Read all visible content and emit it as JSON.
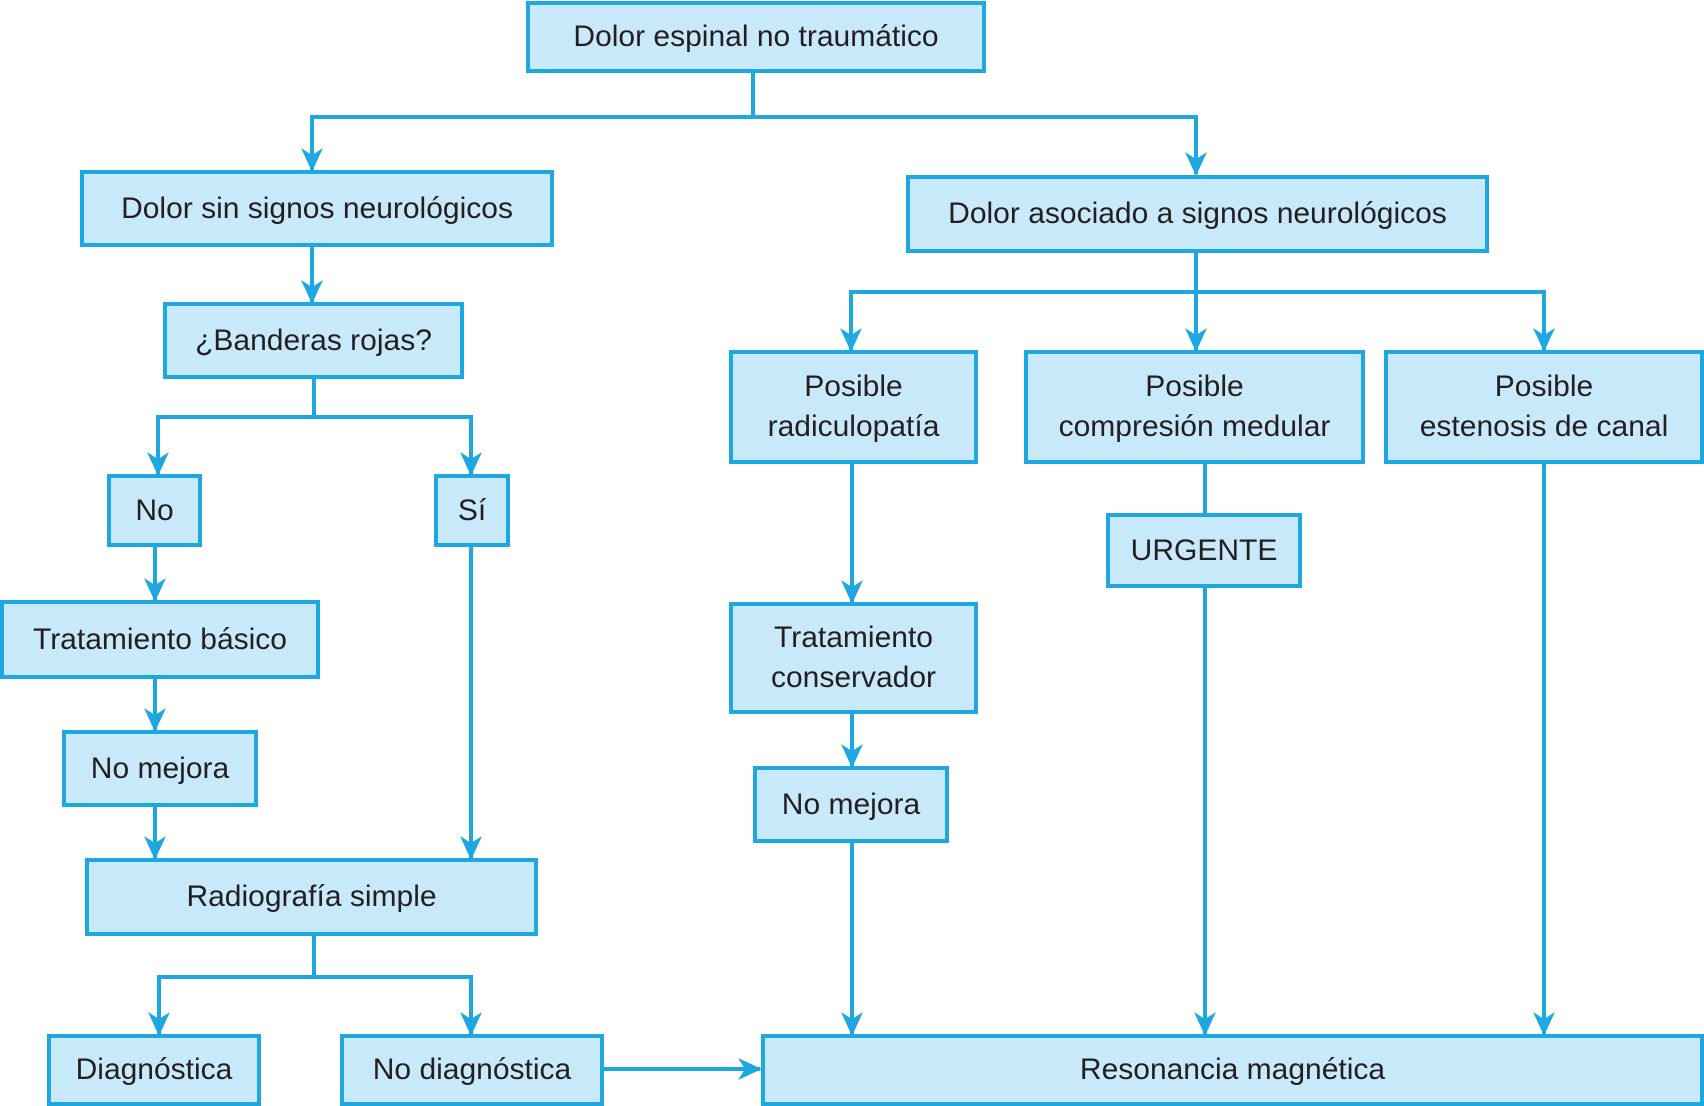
{
  "colors": {
    "box_fill": "#c8e9fa",
    "box_border": "#1fa8e0",
    "connector": "#1fa8e0",
    "text": "#231f20"
  },
  "nodes": {
    "root": {
      "lines": [
        "Dolor espinal no traumático"
      ]
    },
    "sin_signos": {
      "lines": [
        "Dolor sin signos neurológicos"
      ]
    },
    "con_signos": {
      "lines": [
        "Dolor asociado a signos neurológicos"
      ]
    },
    "banderas": {
      "lines": [
        "¿Banderas rojas?"
      ]
    },
    "no": {
      "lines": [
        "No"
      ]
    },
    "si": {
      "lines": [
        "Sí"
      ]
    },
    "trat_basico": {
      "lines": [
        "Tratamiento básico"
      ]
    },
    "no_mejora_1": {
      "lines": [
        "No mejora"
      ]
    },
    "radiografia": {
      "lines": [
        "Radiografía simple"
      ]
    },
    "diagnostica": {
      "lines": [
        "Diagnóstica"
      ]
    },
    "no_diagnostica": {
      "lines": [
        "No diagnóstica"
      ]
    },
    "radiculopatia": {
      "lines": [
        "Posible",
        "radiculopatía"
      ]
    },
    "compresion": {
      "lines": [
        "Posible",
        "compresión medular"
      ]
    },
    "estenosis": {
      "lines": [
        "Posible",
        "estenosis de canal"
      ]
    },
    "urgente": {
      "lines": [
        "URGENTE"
      ]
    },
    "trat_conserv": {
      "lines": [
        "Tratamiento",
        "conservador"
      ]
    },
    "no_mejora_2": {
      "lines": [
        "No mejora"
      ]
    },
    "resonancia": {
      "lines": [
        "Resonancia magnética"
      ]
    }
  }
}
